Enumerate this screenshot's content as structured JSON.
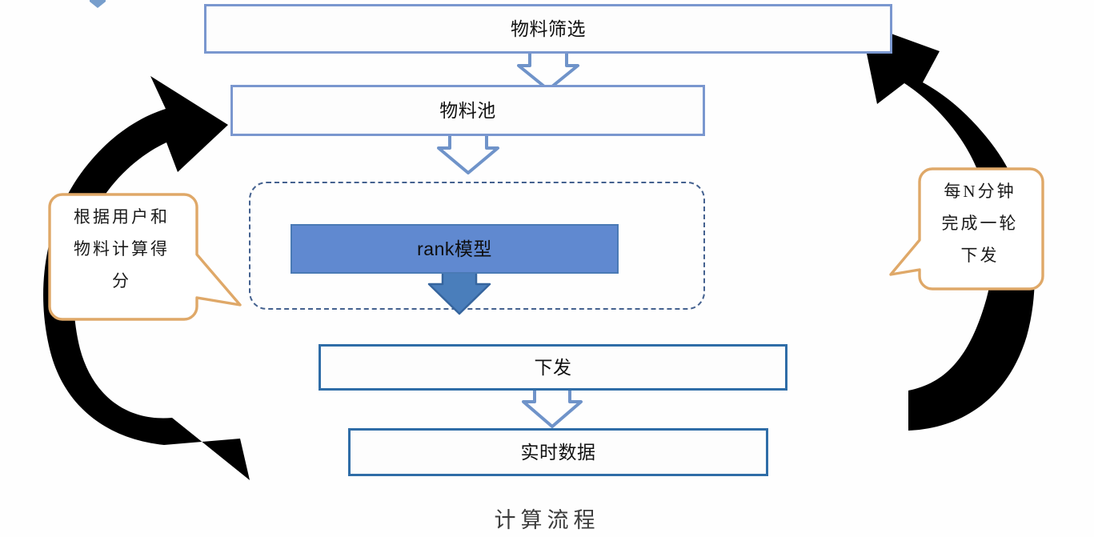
{
  "diagram": {
    "caption": "计算流程",
    "colors": {
      "box_border_light": "#7a97cf",
      "box_border_dark": "#2f6da7",
      "rank_fill": "#6089d0",
      "dashed_border": "#44618f",
      "callout_border": "#dfa868",
      "cycle_arrow": "#000000",
      "arrow_connector": "#6f93c9",
      "text": "#111111"
    },
    "nodes": [
      {
        "id": "screen",
        "label": "物料筛选",
        "style": "light-outline"
      },
      {
        "id": "pool",
        "label": "物料池",
        "style": "light-outline"
      },
      {
        "id": "rank",
        "label": "rank模型",
        "style": "blue-filled"
      },
      {
        "id": "deliver",
        "label": "下发",
        "style": "dark-outline"
      },
      {
        "id": "realtime",
        "label": "实时数据",
        "style": "dark-outline"
      }
    ],
    "group": {
      "id": "rank-group",
      "style": "dashed-rounded",
      "label": ""
    },
    "connectors": [
      {
        "from": "screen",
        "to": "pool",
        "style": "hollow-block-arrow-down"
      },
      {
        "from": "pool",
        "to": "rank",
        "style": "hollow-block-arrow-down"
      },
      {
        "from": "rank",
        "to": "deliver",
        "style": "filled-block-arrow-down"
      },
      {
        "from": "deliver",
        "to": "realtime",
        "style": "hollow-block-arrow-down"
      }
    ],
    "cycle_arrows": [
      {
        "id": "left-cycle",
        "direction": "counterclockwise-up-right",
        "color": "#000000"
      },
      {
        "id": "right-cycle",
        "direction": "counterclockwise-up-left",
        "color": "#000000"
      }
    ],
    "callouts": [
      {
        "id": "score-callout",
        "tail": "right",
        "lines": [
          "根据用户和",
          "物料计算得",
          "分"
        ],
        "text": "根据用户和物料计算得分"
      },
      {
        "id": "interval-callout",
        "tail": "left",
        "lines": [
          "每N分钟",
          "完成一轮",
          "下发"
        ],
        "text": "每N分钟完成一轮下发"
      }
    ]
  }
}
